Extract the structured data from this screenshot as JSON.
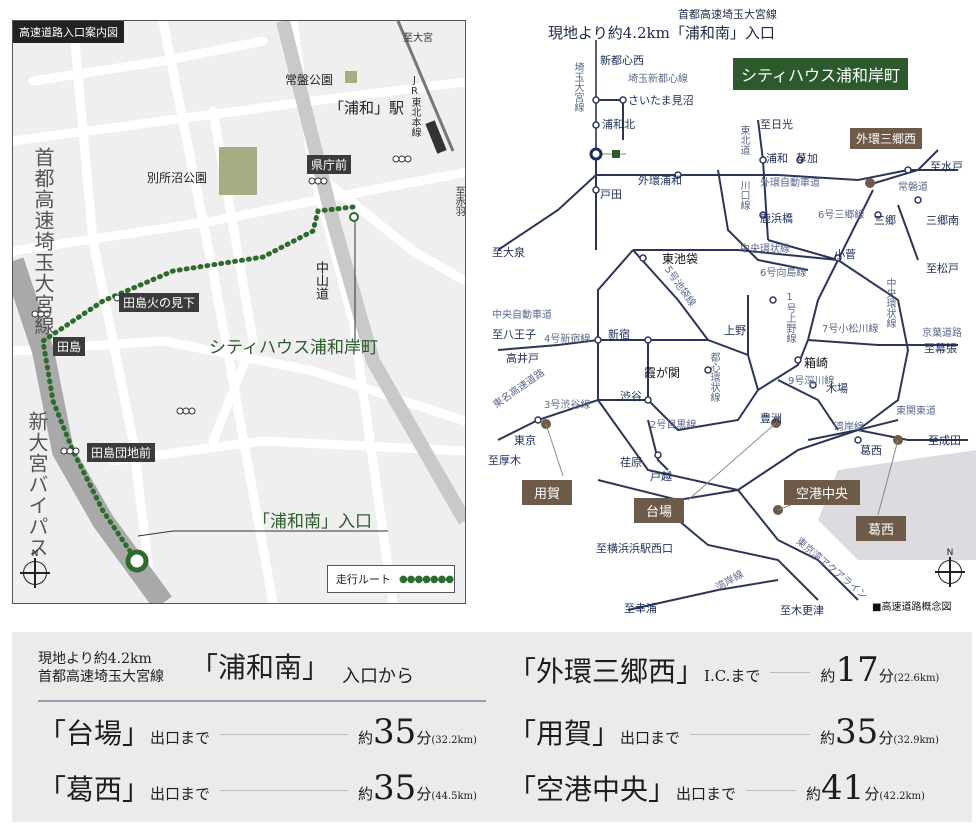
{
  "local_map": {
    "title": "高速道路入口案内図",
    "to_omiya": "至大宮",
    "to_akabane": "至赤羽",
    "tokiwa_park": "常盤公園",
    "urawa_station": "「浦和」駅",
    "jr_line": "JR東北本線",
    "bessho_park": "別所沼公園",
    "kencho_mae": "県庁前",
    "expressway_name": "首都高速埼玉大宮線",
    "tajima_hi_no_mishita": "田島火の見下",
    "tajima": "田島",
    "nakasendo": "中山道",
    "site_name": "シティハウス浦和岸町",
    "shin_omiya_bypass": "新大宮バイパス",
    "tajima_danchi_mae": "田島団地前",
    "urawa_minami_entrance": "「浦和南」入口",
    "compass_n": "N",
    "legend_label": "走行ルート",
    "route_color": "#2e6b2e"
  },
  "express_map": {
    "header_small": "首都高速埼玉大宮線",
    "header_main": "現地より約4.2km「浦和南」入口",
    "site_box": "シティハウス浦和岸町",
    "shin_toshin_nishi": "新都心西",
    "saitama_shin_toshin_sen": "埼玉新都心線",
    "saitama_minuma": "さいたま見沼",
    "saitama_omiya_sen": "埼玉大宮線",
    "urawa_kita": "浦和北",
    "to_nikko": "至日光",
    "tohoku_sen": "東北道",
    "urawa": "浦和",
    "soka": "草加",
    "gaikan_misato_nishi": "外環三郷西",
    "to_mito": "至水戸",
    "toda": "戸田",
    "gaikan_urawa": "外環浦和",
    "gaikan_jidosha": "外環自動車道",
    "joban_do": "常磐道",
    "misato": "三郷",
    "misato_minami": "三郷南",
    "kawaguchi_sen": "川口線",
    "kahama_bashi": "鹿浜橋",
    "misato_sen6": "6号三郷線",
    "to_matsudo": "至松戸",
    "to_oizumi": "至大泉",
    "higashi_ikebukuro": "東池袋",
    "chuo_kanjo_kita": "中央環状線",
    "kosuge": "小菅",
    "ikebukuro_sen": "5号池袋線",
    "mukojima_sen6": "6号向島線",
    "chuo_jidosha": "中央自動車道",
    "to_hachioji": "至八王子",
    "shinjuku_sen": "4号新宿線",
    "shinjuku": "新宿",
    "ueno": "上野",
    "ueno_sen1": "1号上野線",
    "komatsugawa_sen7": "7号小松川線",
    "keiyo_doro": "京葉道路",
    "to_makuhari": "至幕張",
    "takaido": "高井戸",
    "kasumigaseki": "霞が関",
    "toshin_kanjo": "都心環状線",
    "hakozaki": "箱崎",
    "chuo_kanjo_east": "中央環状線",
    "tomei": "東名高速道路",
    "shibuya_sen3": "3号渋谷線",
    "shibuya": "渋谷",
    "fukagawa_sen9": "9号深川線",
    "kiba": "木場",
    "higashi_kanto": "東関東道",
    "tokyo": "東京",
    "meguro_sen2": "2号目黒線",
    "toyosu": "豊洲",
    "wangan_sen": "湾岸線",
    "to_narita": "至成田",
    "kasai": "葛西",
    "to_atsugi": "至厚木",
    "yoga": "用賀",
    "ebara": "荏原",
    "togoshi": "戸越",
    "kuko_chuo": "空港中央",
    "daiba": "台場",
    "kasai_box": "葛西",
    "to_yokohama": "至横浜浜駅西口",
    "wangan_sen2": "湾岸線",
    "aqualine": "東京湾アクアライン",
    "to_saiwaiura": "至幸浦",
    "to_kisarazu": "至木更津",
    "caption": "■高速道路概念図",
    "compass_n": "N",
    "road_color": "#2b3558",
    "ic_color": "#6e5a48"
  },
  "summary": {
    "origin_line1": "現地より約4.2km",
    "origin_line2": "首都高速埼玉大宮線",
    "origin_name": "「浦和南」",
    "origin_suffix": "入口から",
    "routes": [
      {
        "dest": "「外環三郷西」",
        "suffix": "I.C.まで",
        "about": "約",
        "minutes": "17",
        "unit": "分",
        "km": "(22.6km)"
      },
      {
        "dest": "「台場」",
        "suffix": "出口まで",
        "about": "約",
        "minutes": "35",
        "unit": "分",
        "km": "(32.2km)"
      },
      {
        "dest": "「用賀」",
        "suffix": "出口まで",
        "about": "約",
        "minutes": "35",
        "unit": "分",
        "km": "(32.9km)"
      },
      {
        "dest": "「葛西」",
        "suffix": "出口まで",
        "about": "約",
        "minutes": "35",
        "unit": "分",
        "km": "(44.5km)"
      },
      {
        "dest": "「空港中央」",
        "suffix": "出口まで",
        "about": "約",
        "minutes": "41",
        "unit": "分",
        "km": "(42.2km)"
      }
    ]
  }
}
